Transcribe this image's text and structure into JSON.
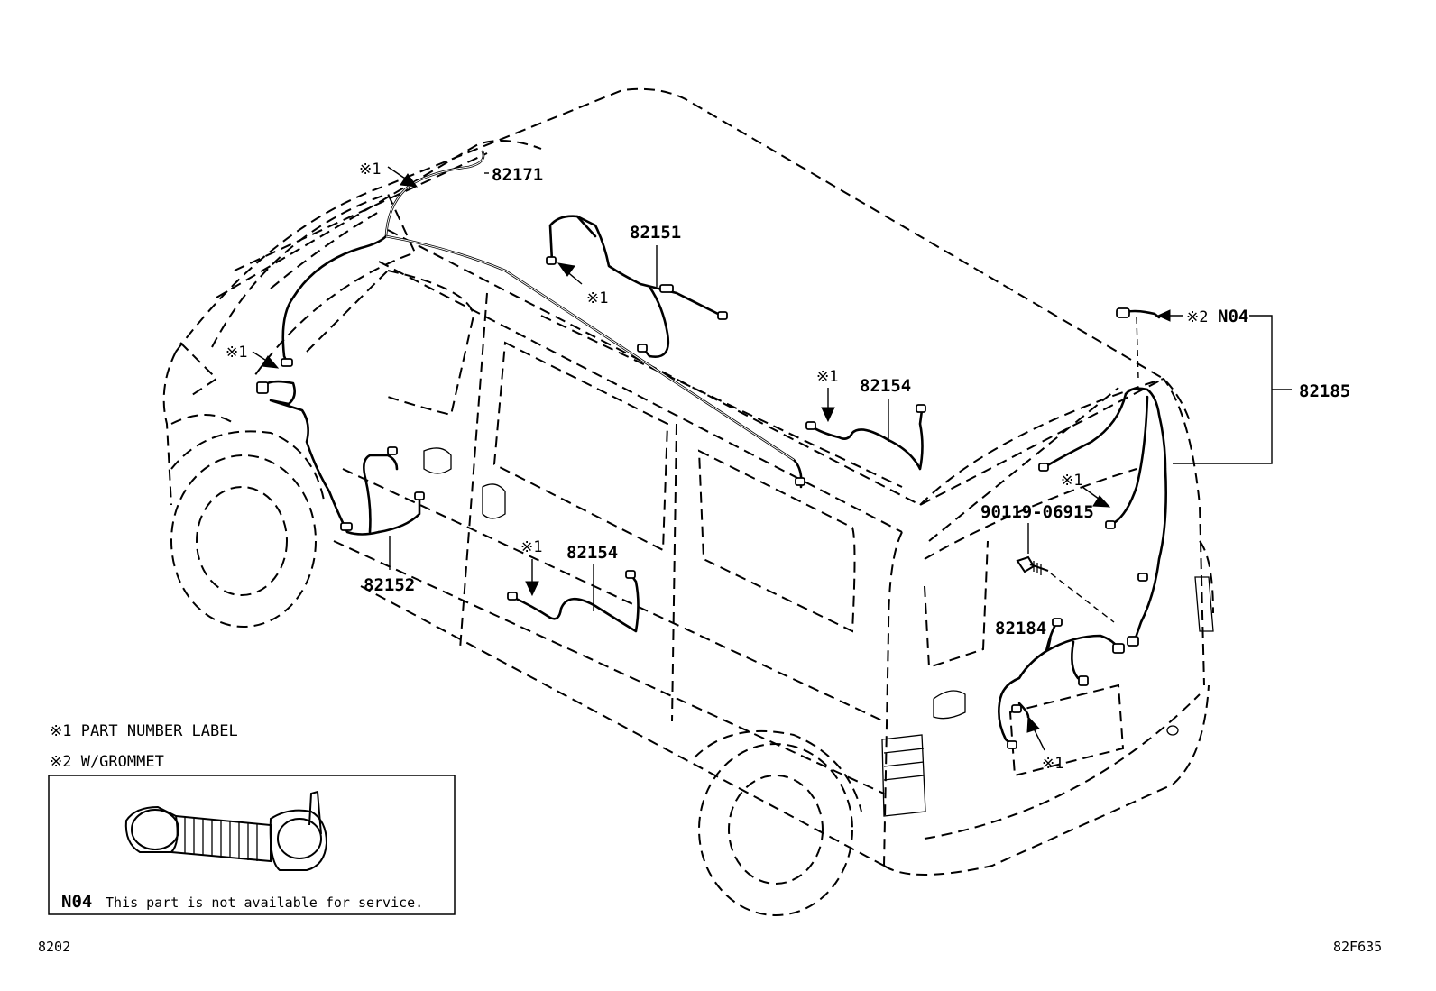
{
  "diagram": {
    "part_labels": {
      "p82171": "82171",
      "p82151": "82151",
      "p82154_roof": "82154",
      "p82154_side": "82154",
      "p82152": "82152",
      "p82185": "82185",
      "p82184": "82184",
      "n04": "N04",
      "p90119": "90119-06915"
    },
    "markers": {
      "m1": "※1",
      "m2": "※2"
    },
    "legend": {
      "line1": "※1 PART NUMBER LABEL",
      "line2": "※2 W/GROMMET"
    },
    "inset": {
      "code": "N04",
      "text": "This part is not available for service."
    },
    "footer": {
      "left_code": "8202",
      "right_code": "82F635"
    }
  }
}
